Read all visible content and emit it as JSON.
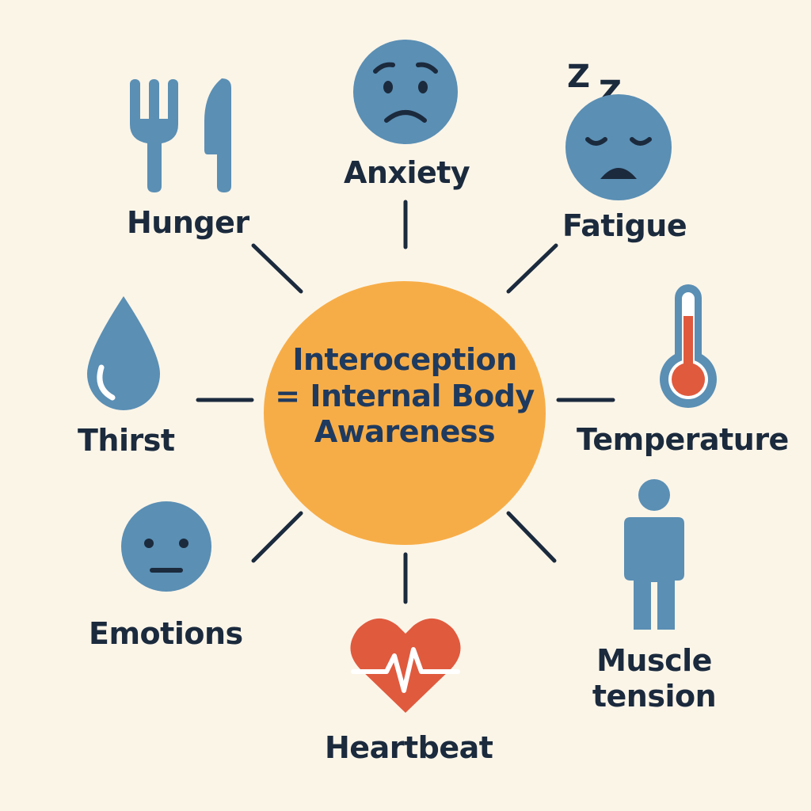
{
  "center": {
    "line1": "Interoception",
    "line2": "= Internal Body",
    "line3": "Awareness"
  },
  "items": {
    "hunger": "Hunger",
    "anxiety": "Anxiety",
    "fatigue": "Fatigue",
    "thirst": "Thirst",
    "temperature": "Temperature",
    "emotions": "Emotions",
    "heartbeat": "Heartbeat",
    "muscle_line1": "Muscle",
    "muscle_line2": "tension",
    "sleep_letters": "Z Z"
  },
  "colors": {
    "background": "#fbf5e8",
    "center": "#f7ad47",
    "icon_blue": "#5b8fb4",
    "accent_red": "#e05a3e",
    "text_dark": "#1b2a3d"
  },
  "icons": {
    "hunger": "fork-knife-icon",
    "anxiety": "worried-face-icon",
    "fatigue": "sleepy-face-icon",
    "thirst": "water-drop-icon",
    "temperature": "thermometer-icon",
    "emotions": "neutral-face-icon",
    "heartbeat": "heart-pulse-icon",
    "muscle": "person-icon"
  }
}
